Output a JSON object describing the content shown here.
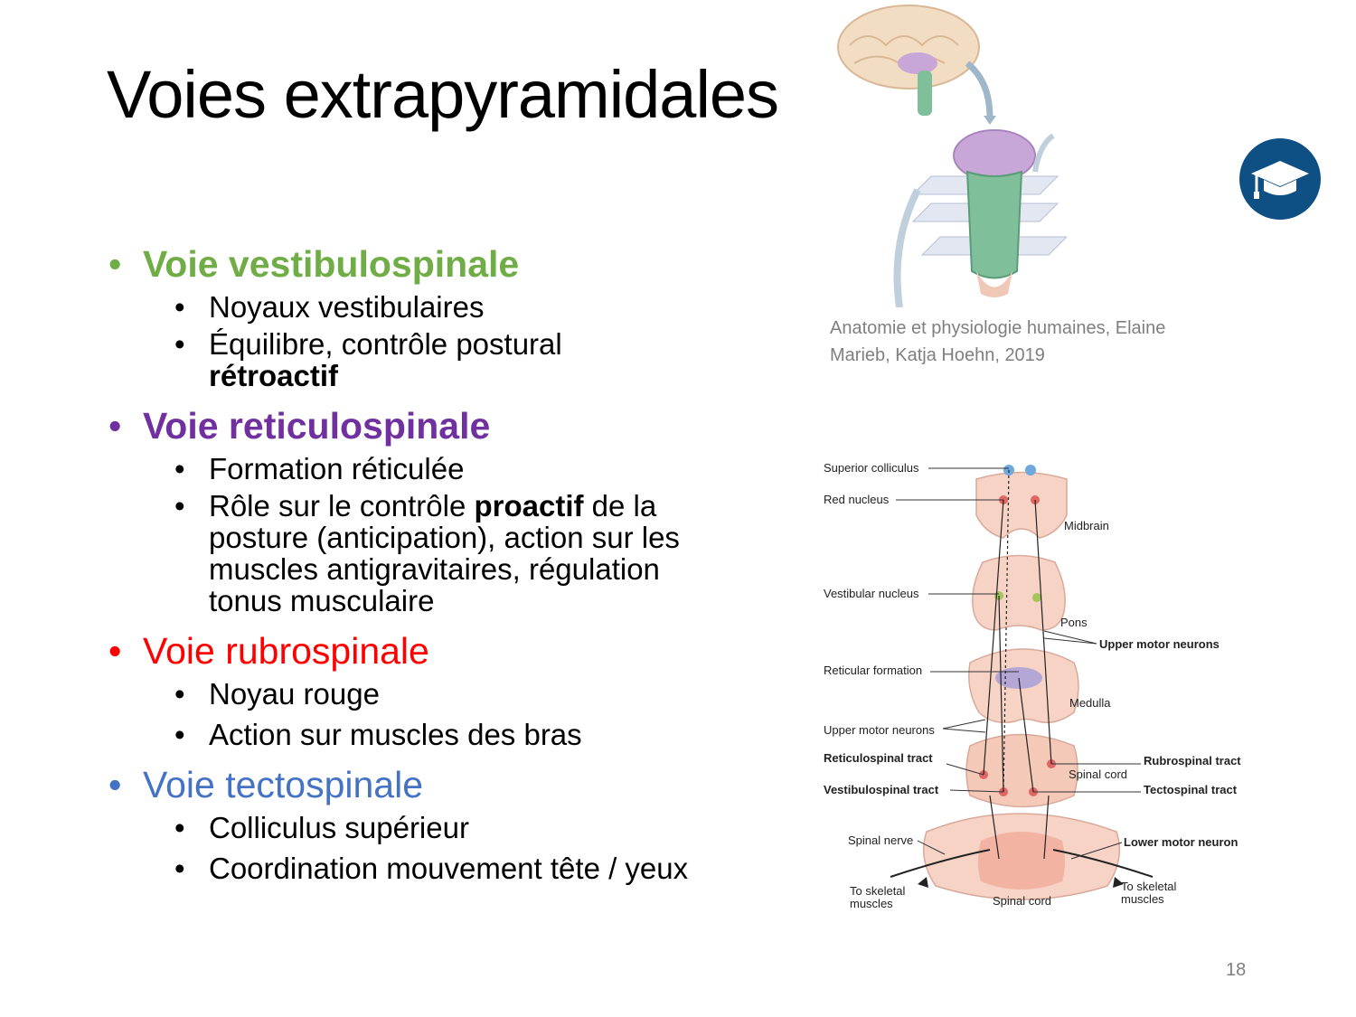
{
  "title": "Voies extrapyramidales",
  "sections": [
    {
      "heading": "Voie vestibulospinale",
      "color": "#70ad47",
      "items": [
        "Noyaux vestibulaires",
        "Équilibre, contrôle postural",
        "rétroactif"
      ]
    },
    {
      "heading": "Voie reticulospinale",
      "color": "#7030a0",
      "items": [
        "Formation réticulée",
        "Rôle sur le contrôle ",
        "proactif",
        " de la posture (anticipation), action sur les muscles antigravitaires, régulation tonus musculaire"
      ]
    },
    {
      "heading": "Voie rubrospinale",
      "color": "#ff0000",
      "items": [
        "Noyau rouge",
        "Action sur muscles des bras"
      ]
    },
    {
      "heading": "Voie tectospinale",
      "color": "#4472c4",
      "items": [
        "Colliculus supérieur",
        "Coordination mouvement tête / yeux"
      ]
    }
  ],
  "source": "Anatomie et physiologie humaines, Elaine Marieb, Katja Hoehn, 2019",
  "page_number": "18",
  "icons": {
    "cap": "graduation-cap-icon",
    "cap_color": "#0e4f84"
  },
  "diagram": {
    "labels": {
      "superior_colliculus": "Superior colliculus",
      "red_nucleus": "Red nucleus",
      "midbrain": "Midbrain",
      "vestibular_nucleus": "Vestibular nucleus",
      "pons": "Pons",
      "upper_motor_neurons_right": "Upper motor neurons",
      "reticular_formation": "Reticular formation",
      "medulla": "Medulla",
      "upper_motor_neurons_left": "Upper motor neurons",
      "reticulospinal_tract": "Reticulospinal tract",
      "rubrospinal_tract": "Rubrospinal tract",
      "spinal_cord_mid": "Spinal cord",
      "vestibulospinal_tract": "Vestibulospinal tract",
      "tectospinal_tract": "Tectospinal tract",
      "spinal_nerve": "Spinal nerve",
      "lower_motor_neuron": "Lower motor neuron",
      "to_skeletal_left_1": "To skeletal",
      "to_skeletal_left_2": "muscles",
      "spinal_cord_bottom": "Spinal cord",
      "to_skeletal_right_1": "To skeletal",
      "to_skeletal_right_2": "muscles"
    }
  }
}
